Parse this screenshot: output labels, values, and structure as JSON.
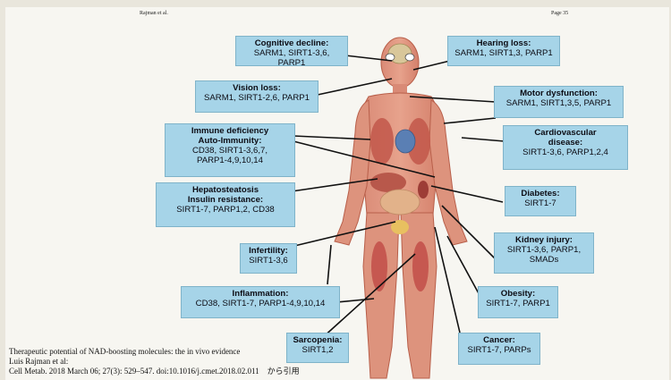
{
  "header": {
    "left": "Rajman et al.",
    "right": "Page 35"
  },
  "boxes": [
    {
      "id": "cognitive",
      "title": "Cognitive decline:",
      "lines": [
        "SARM1, SIRT1-3,6, PARP1"
      ]
    },
    {
      "id": "hearing",
      "title": "Hearing loss:",
      "lines": [
        "SARM1, SIRT1,3, PARP1"
      ]
    },
    {
      "id": "vision",
      "title": "Vision loss:",
      "lines": [
        "SARM1, SIRT1-2,6, PARP1"
      ]
    },
    {
      "id": "motor",
      "title": "Motor dysfunction:",
      "lines": [
        "SARM1, SIRT1,3,5, PARP1"
      ]
    },
    {
      "id": "immune",
      "title": "Immune deficiency\nAuto-Immunity:",
      "lines": [
        "CD38, SIRT1-3,6,7,",
        "PARP1-4,9,10,14"
      ]
    },
    {
      "id": "cardio",
      "title": "Cardiovascular\ndisease:",
      "lines": [
        "SIRT1-3,6, PARP1,2,4"
      ]
    },
    {
      "id": "hepato",
      "title": "Hepatosteatosis\nInsulin resistance:",
      "lines": [
        "SIRT1-7, PARP1,2, CD38"
      ]
    },
    {
      "id": "diabetes",
      "title": "Diabetes:",
      "lines": [
        "SIRT1-7"
      ]
    },
    {
      "id": "kidney",
      "title": "Kidney injury:",
      "lines": [
        "SIRT1-3,6, PARP1,",
        "SMADs"
      ]
    },
    {
      "id": "infertility",
      "title": "Infertility:",
      "lines": [
        "SIRT1-3,6"
      ]
    },
    {
      "id": "inflammation",
      "title": "Inflammation:",
      "lines": [
        "CD38, SIRT1-7, PARP1-4,9,10,14"
      ]
    },
    {
      "id": "obesity",
      "title": "Obesity:",
      "lines": [
        "SIRT1-7, PARP1"
      ]
    },
    {
      "id": "sarcopenia",
      "title": "Sarcopenia:",
      "lines": [
        "SIRT1,2"
      ]
    },
    {
      "id": "cancer",
      "title": "Cancer:",
      "lines": [
        "SIRT1-7, PARPs"
      ]
    }
  ],
  "citation": {
    "line1": "Therapeutic potential of NAD-boosting molecules: the in vivo evidence",
    "line2": "Luis Rajman et al:",
    "line3": "Cell Metab. 2018 March 06; 27(3): 529–547. doi:10.1016/j.cmet.2018.02.011　から引用"
  }
}
